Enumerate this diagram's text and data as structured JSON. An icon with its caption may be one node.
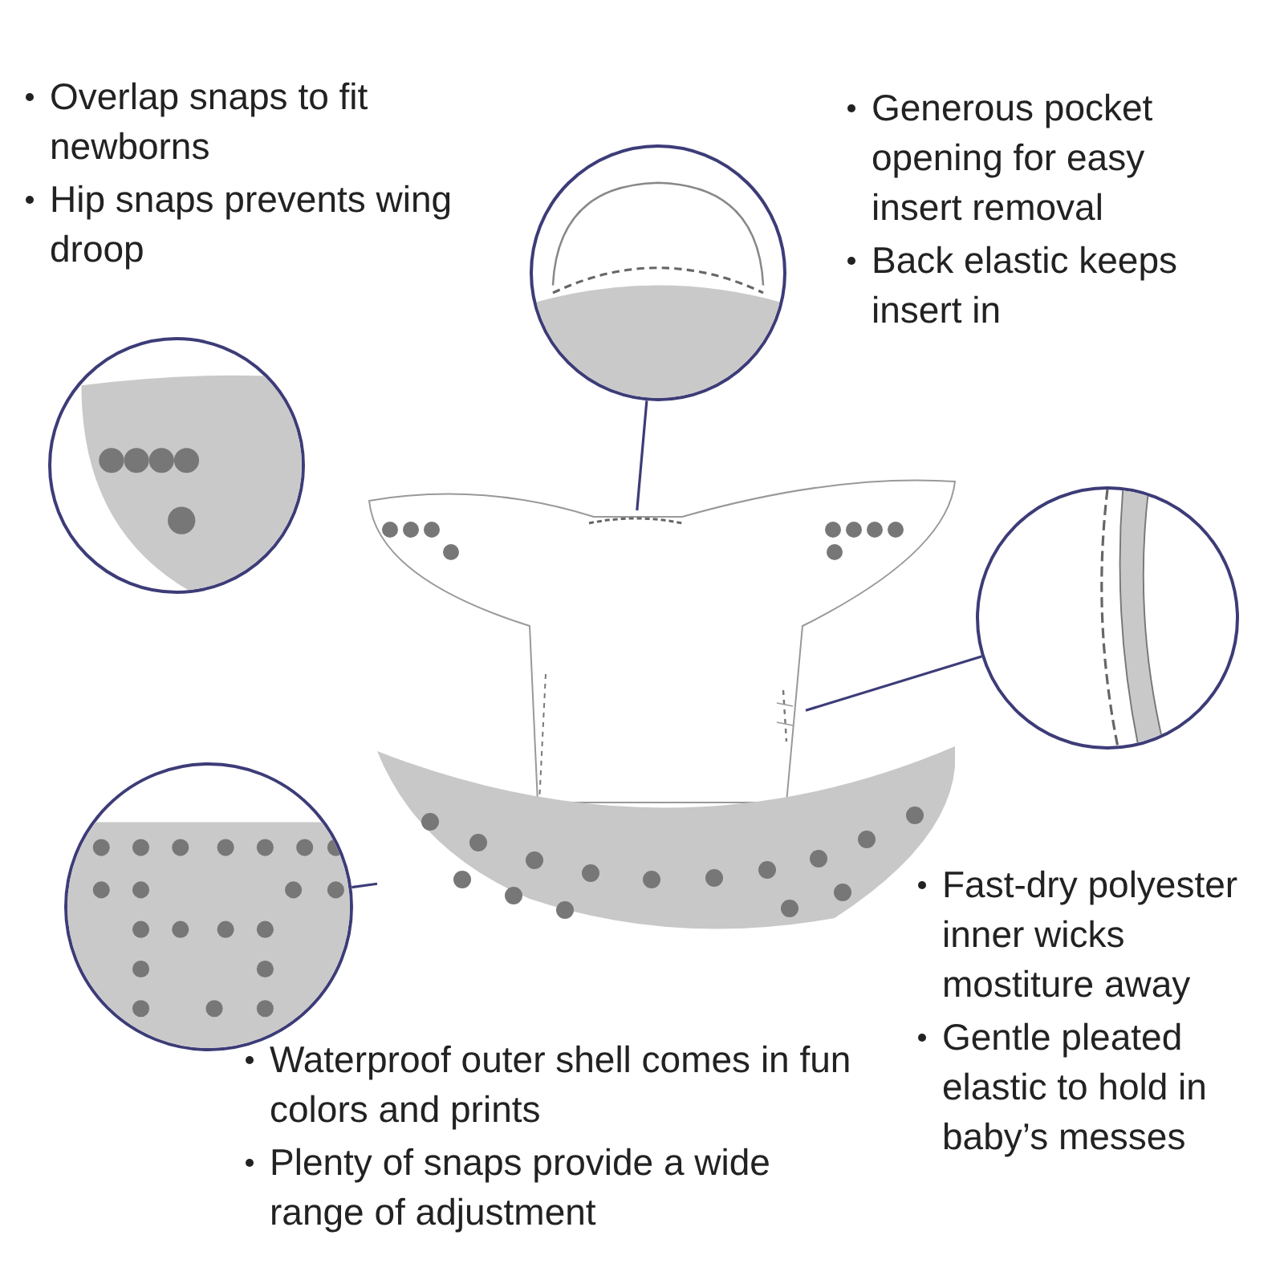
{
  "diagram": {
    "nodes": [
      {
        "text": [],
        "shape": "circle"
      },
      {
        "text": [],
        "shape": "circle"
      },
      {
        "text": [],
        "shape": "circle"
      },
      {
        "text": [],
        "shape": "circle"
      },
      {
        "text": [],
        "shape": "picture"
      },
      {
        "text": [],
        "shape": "picture",
        "in": 4
      },
      {
        "text": [],
        "shape": "picture",
        "in": 4
      },
      {
        "text": [],
        "shape": "picture"
      }
    ],
    "edges": [
      {
        "from": 1,
        "to": 5,
        "arrow": "none"
      },
      {
        "from": 2,
        "to": 6,
        "arrow": "none"
      },
      {
        "from": 3,
        "to": 7,
        "arrow": "none"
      }
    ],
    "labels": [
      "Overlap snaps to fit newborns",
      "Hip snaps prevents wing droop",
      "Generous pocket opening for easy insert removal",
      "Back elastic keeps insert in",
      "Fast-dry polyester inner wicks mostiture away",
      "Gentle pleated elastic to hold in baby’s messes",
      "Waterproof outer shell comes in fun colors and prints",
      "Plenty of snaps provide a wide range of adjustment"
    ]
  }
}
